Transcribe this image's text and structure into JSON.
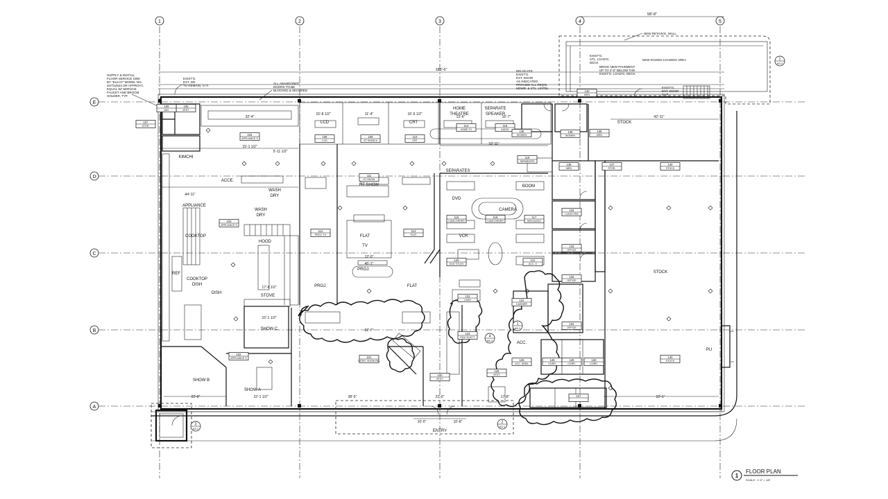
{
  "grid": {
    "columns": [
      "1",
      "2",
      "3",
      "4",
      "5"
    ],
    "rows": [
      "E",
      "D",
      "C",
      "B",
      "A"
    ]
  },
  "title_block": {
    "number": "1",
    "title": "FLOOR PLAN",
    "scale": "SCALE : 1'-0\" = 1/8\""
  },
  "notes": {
    "supply": [
      "SUPPLY & INSTALL",
      "FLOOR SERVICE SINK",
      "BY \"ELKAY\" MODEL NO.",
      "SSTS2523 OR APPROV'L",
      "EQUAL W/ SERVICE",
      "FAUCET AND BROOM",
      "HOLDER, TYP."
    ],
    "abandoned": [
      "ALL ABANDONED",
      "DOORS TO BE",
      "BLOCKED & SECURED"
    ],
    "relocate": [
      "RELOCATE",
      "EXIST'G.",
      "EXT. DOOR",
      "AS INDICATED",
      "PROVIDE ALL REQ'D.",
      "HDWR. & STL. LINTEL"
    ],
    "retaining": "NEW RETAIN'G. WALL",
    "loading": [
      "NEW RAISED LOADING AREA"
    ],
    "existing_deck": [
      "EXIST'G.",
      "STL. LOAD'G.",
      "DECK"
    ],
    "pavement": [
      "BRING NEW PAVEMENT",
      "UP TO 4'-0\" BELOW THE",
      "EXIST'G. LOAD'G. DECK."
    ],
    "ext_door_left": [
      "EXIST'G.",
      "EXT. DR.",
      "TO REMAIN, V.I.F."
    ],
    "ext_door_right": [
      "EXIST'G.",
      "EXT. DOOR",
      "V.I.F."
    ]
  },
  "dimensions": {
    "overall_width": "183'-6\"",
    "loading_width": "58'-8\"",
    "d1": "32'-4\"",
    "d2": "15'-1 1/2\"",
    "d3": "5'-11 1/2\"",
    "d4": "15'-8 1/2\"",
    "d5": "11'-4\"",
    "d6": "16'-5 1/2\"",
    "d7": "13'-6\"",
    "d8": "16'-7\"",
    "d9": "42'-11\"",
    "d10": "44'-11\"",
    "d11": "32'-11\"",
    "d12": "22'-8\"",
    "d13": "22'-1 1/2\"",
    "d14": "38'-5\"",
    "d15": "22'-0\"",
    "d16": "17'-8\"",
    "d17": "22'-1\"",
    "d18": "10'-0\"",
    "d19": "10'-8\"",
    "d20": "22'-7\"",
    "d21": "45'-1\"",
    "d22": "12'-0\"",
    "d23": "17'-8 1/2\"",
    "d24": "15'-1 1/2\""
  },
  "areas": {
    "show_b": "SHOW B",
    "show_a": "SHOW A",
    "show_c": "SHOW C",
    "ref": "REF",
    "appliance": "APPLIANCE",
    "cooktop": "COOKTOP",
    "cooktop_dish": [
      "COOKTOP",
      "DISH"
    ],
    "dish": "DISH",
    "stove": "STOVE",
    "hood": "HOOD",
    "wash_dry": [
      "WASH",
      "DRY"
    ],
    "kimchi": "KIMCHI",
    "acce": "ACCE.",
    "wash_dry2": [
      "WASH",
      "DRY"
    ],
    "lcd": "LCD",
    "crt": "CRT",
    "home_theatre": [
      "HOME",
      "THEATRE"
    ],
    "sep_speaker": [
      "SEPARATE",
      "SPEAKER"
    ],
    "separates": "SEPARATES",
    "ht_show": "HT SHOW",
    "flat_tv": [
      "FLAT",
      "TV"
    ],
    "flat": "FLAT",
    "proj": "PROJ.",
    "proj2": "PROJ.",
    "dvd": "DVD",
    "camera": "CAMERA",
    "boom": "BOOM",
    "vcr": "VCR",
    "acc": "ACC.",
    "stock1": "STOCK",
    "stock2": "STOCK",
    "pu": "PU",
    "entry": "ENTRY"
  },
  "room_tags": [
    {
      "num": "104",
      "name": "APPLIANCE S"
    },
    {
      "num": "103",
      "name": "APPLIANCE S"
    },
    {
      "num": "102",
      "name": "APPLIANCE S"
    },
    {
      "num": "108",
      "name": "LCD"
    },
    {
      "num": "109",
      "name": "ST SHOW II"
    },
    {
      "num": "110",
      "name": "CRT"
    },
    {
      "num": "114",
      "name": "HOME TV"
    },
    {
      "num": "115",
      "name": "AUDIO"
    },
    {
      "num": "111",
      "name": "HT SHOW"
    },
    {
      "num": "112",
      "name": "PROJ. TV"
    },
    {
      "num": "113",
      "name": "FLAT"
    },
    {
      "num": "116",
      "name": "CAMCORDER"
    },
    {
      "num": "118",
      "name": "CAMCORDER"
    },
    {
      "num": "117",
      "name": "MINI AUDIO"
    },
    {
      "num": "119",
      "name": "SEPARATES"
    },
    {
      "num": "120",
      "name": "DVD TITLES"
    },
    {
      "num": "121",
      "name": "ACC. D"
    },
    {
      "num": "123",
      "name": "CASH"
    },
    {
      "num": "124",
      "name": "PICK ELECT."
    },
    {
      "num": "101",
      "name": "INTER. SHOW RM."
    },
    {
      "num": "100",
      "name": "VEST."
    },
    {
      "num": "125",
      "name": "VEST."
    },
    {
      "num": "122",
      "name": "CASHIER"
    },
    {
      "num": "126",
      "name": "ACC. AREA"
    },
    {
      "num": "128",
      "name": "CORR."
    },
    {
      "num": "129",
      "name": "CORR."
    },
    {
      "num": "130",
      "name": "CORR."
    },
    {
      "num": "131",
      "name": "OFFICE"
    },
    {
      "num": "132",
      "name": "OFFICE"
    },
    {
      "num": "133",
      "name": "OFFICE"
    },
    {
      "num": "134",
      "name": "LUNCH RM"
    },
    {
      "num": "135",
      "name": "WOMEN"
    },
    {
      "num": "136",
      "name": "MEN"
    },
    {
      "num": "137",
      "name": "STOR."
    },
    {
      "num": "138",
      "name": "MEN"
    },
    {
      "num": "139",
      "name": "WOMEN"
    },
    {
      "num": "140",
      "name": "MEN"
    },
    {
      "num": "140",
      "name": "STOCK"
    },
    {
      "num": "140",
      "name": "STOCK"
    },
    {
      "num": "105",
      "name": "VEST."
    },
    {
      "num": "106",
      "name": "JAN."
    },
    {
      "num": "107",
      "name": "STOR."
    },
    {
      "num": "127",
      "name": ""
    }
  ],
  "section_refs": [
    {
      "num": "1",
      "sheet": "A3.2"
    },
    {
      "num": "3",
      "sheet": "A3.1"
    },
    {
      "num": "2",
      "sheet": "A3.1"
    },
    {
      "num": "4",
      "sheet": "A6.2"
    },
    {
      "num": "1",
      "sheet": "A6.1"
    }
  ]
}
